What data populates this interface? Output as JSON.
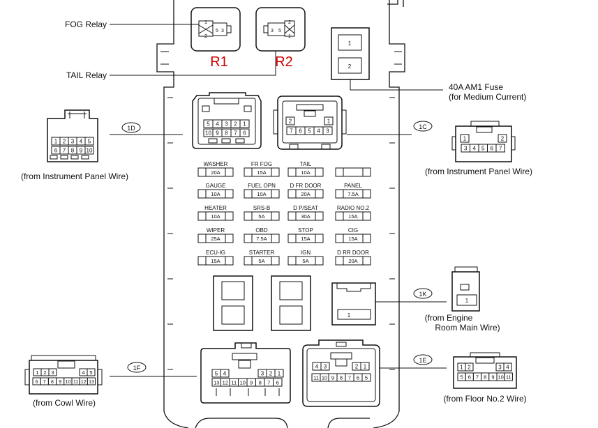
{
  "labels": {
    "fog_relay": "FOG Relay",
    "tail_relay": "TAIL Relay",
    "r1": "R1",
    "r2": "R2",
    "am1_fuse_line1": "40A AM1 Fuse",
    "am1_fuse_line2": "(for Medium Current)",
    "am1_pin1": "1",
    "am1_pin2": "2"
  },
  "connectors": {
    "c1D": {
      "id": "1D",
      "source": "(from Instrument Panel Wire)"
    },
    "c1C": {
      "id": "1C",
      "source": "(from Instrument Panel Wire)"
    },
    "c1K": {
      "id": "1K",
      "source_line1": "(from Engine",
      "source_line2": "Room Main Wire)",
      "pin": "1"
    },
    "c1F": {
      "id": "1F",
      "source": "(from Cowl Wire)"
    },
    "c1E": {
      "id": "1E",
      "source": "(from Floor No.2 Wire)"
    }
  },
  "fuses": [
    {
      "name": "WASHER",
      "rating": "20A"
    },
    {
      "name": "FR FOG",
      "rating": "15A"
    },
    {
      "name": "TAIL",
      "rating": "10A"
    },
    {
      "name": "",
      "rating": ""
    },
    {
      "name": "GAUGE",
      "rating": "10A"
    },
    {
      "name": "FUEL OPN",
      "rating": "10A"
    },
    {
      "name": "D FR DOOR",
      "rating": "20A"
    },
    {
      "name": "PANEL",
      "rating": "7.5A"
    },
    {
      "name": "HEATER",
      "rating": "10A"
    },
    {
      "name": "SRS-B",
      "rating": "5A"
    },
    {
      "name": "D P/SEAT",
      "rating": "30A"
    },
    {
      "name": "RADIO NO.2",
      "rating": "15A"
    },
    {
      "name": "WIPER",
      "rating": "25A"
    },
    {
      "name": "OBD",
      "rating": "7.5A"
    },
    {
      "name": "STOP",
      "rating": "15A"
    },
    {
      "name": "CIG",
      "rating": "15A"
    },
    {
      "name": "ECU-IG",
      "rating": "15A"
    },
    {
      "name": "STARTER",
      "rating": "5A"
    },
    {
      "name": "IGN",
      "rating": "5A"
    },
    {
      "name": "D RR DOOR",
      "rating": "20A"
    }
  ],
  "pins": {
    "block_1D": {
      "top": [
        "5",
        "4",
        "3",
        "2",
        "1"
      ],
      "bottom": [
        "10",
        "9",
        "8",
        "7",
        "6"
      ]
    },
    "block_1C": {
      "top": [
        "2",
        "1"
      ],
      "bottom": [
        "7",
        "6",
        "5",
        "4",
        "3"
      ]
    },
    "block_1F": {
      "top": [
        "5",
        "4",
        "3",
        "2",
        "1"
      ],
      "bottom": [
        "13",
        "12",
        "11",
        "10",
        "9",
        "8",
        "7",
        "6"
      ]
    },
    "block_1E": {
      "top": [
        "4",
        "3",
        "2",
        "1"
      ],
      "bottom": [
        "11",
        "10",
        "9",
        "8",
        "7",
        "6",
        "5"
      ]
    },
    "ext_1D": {
      "top": [
        "1",
        "2",
        "3",
        "4",
        "5"
      ],
      "bottom": [
        "6",
        "7",
        "8",
        "9",
        "10"
      ]
    },
    "ext_1C": {
      "top": [
        "1",
        "2"
      ],
      "bottom": [
        "3",
        "4",
        "5",
        "6",
        "7"
      ]
    },
    "ext_1F": {
      "top": [
        "1",
        "2",
        "3",
        "4",
        "5"
      ],
      "bottom": [
        "6",
        "7",
        "8",
        "9",
        "10",
        "11",
        "12",
        "13"
      ]
    },
    "ext_1E": {
      "top": [
        "1",
        "2",
        "3",
        "4"
      ],
      "bottom": [
        "5",
        "6",
        "7",
        "8",
        "9",
        "10",
        "11"
      ]
    },
    "fog_relay": [
      "1",
      "2",
      "5",
      "3"
    ],
    "tail_relay": [
      "3",
      "5",
      "2",
      "1"
    ]
  },
  "colors": {
    "line": "#111111",
    "relay_label": "#cc0000"
  }
}
